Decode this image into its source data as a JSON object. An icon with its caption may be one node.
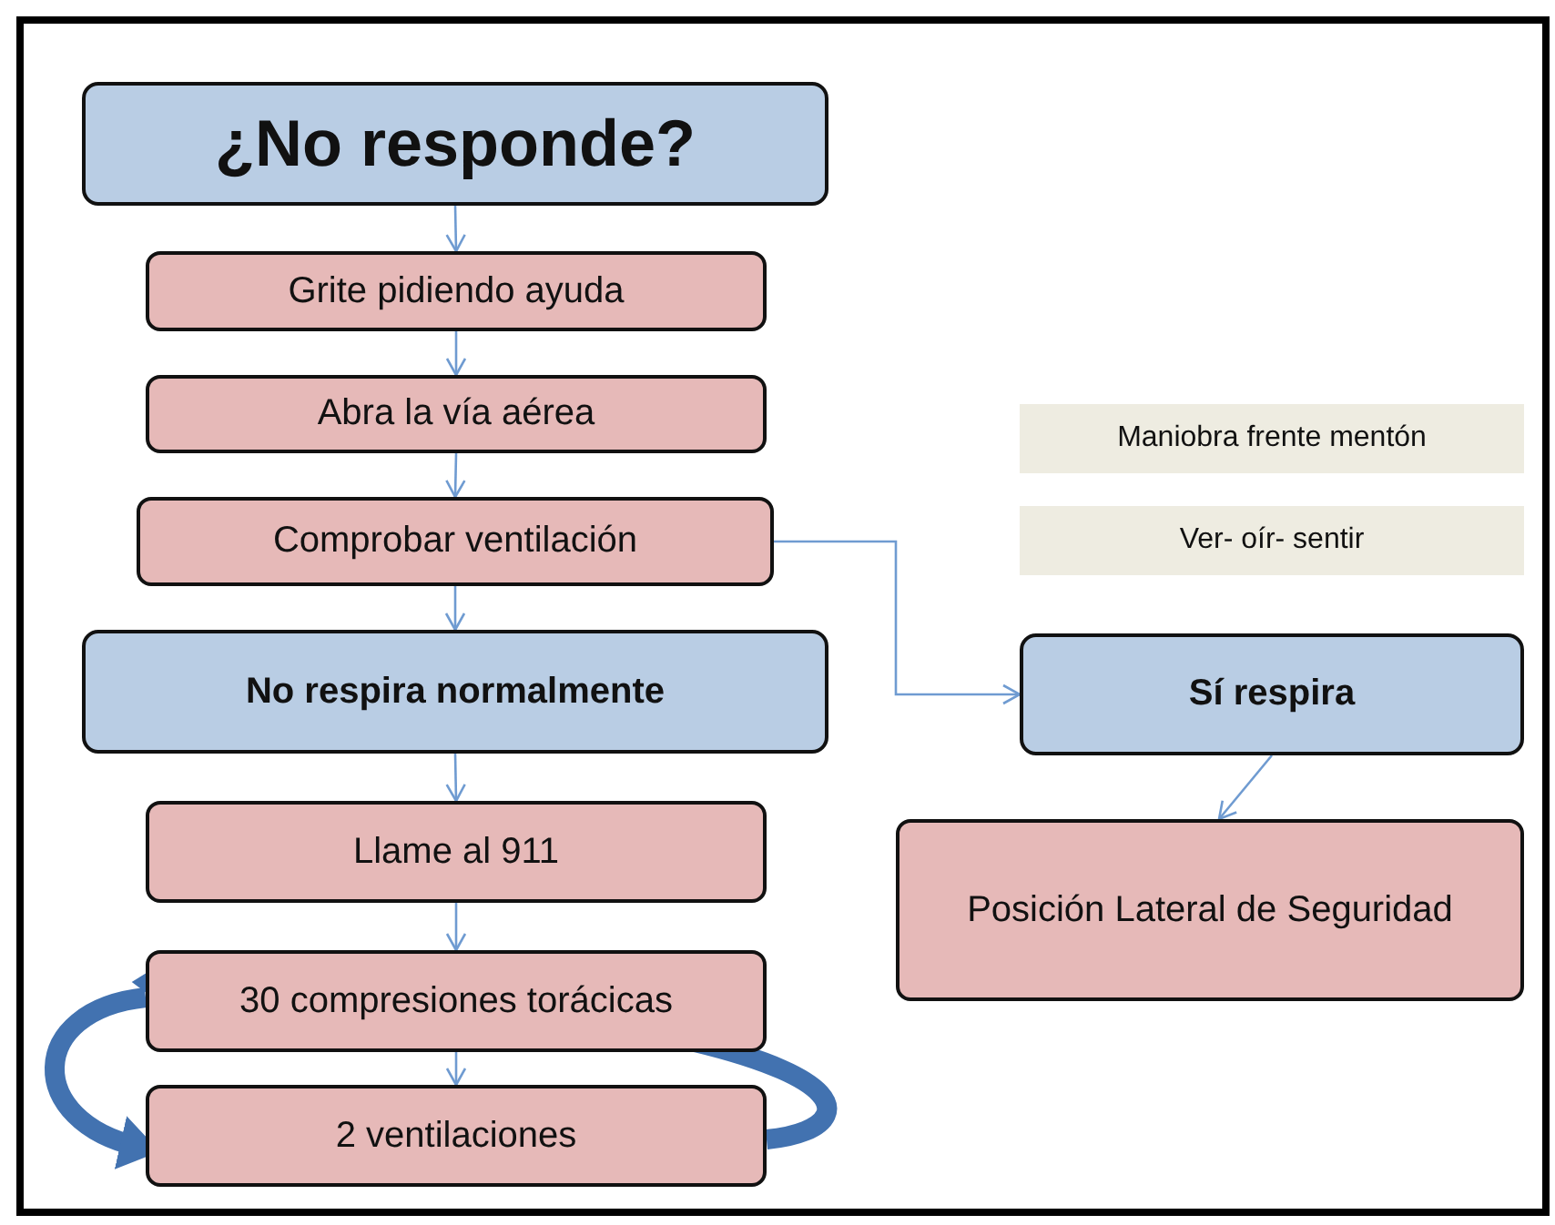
{
  "diagram": {
    "nodes": [
      {
        "text": [
          "¿No responde?"
        ]
      },
      {
        "text": [
          "Grite pidiendo ayuda"
        ]
      },
      {
        "text": [
          "Abra la vía aérea"
        ]
      },
      {
        "text": [
          "Comprobar ventilación"
        ]
      },
      {
        "text": [
          "No respira normalmente"
        ]
      },
      {
        "text": [
          "Llame al 911"
        ]
      },
      {
        "text": [
          "30 compresiones  torácicas"
        ]
      },
      {
        "text": [
          "2 ventilaciones"
        ]
      },
      {
        "text": [
          "Maniobra frente mentón"
        ]
      },
      {
        "text": [
          "Ver- oír- sentir"
        ]
      },
      {
        "text": [
          "Sí respira"
        ]
      },
      {
        "text": [
          "Posición Lateral de Seguridad"
        ]
      }
    ],
    "edges": [
      {
        "from": 0,
        "to": 1,
        "arrow": "to"
      },
      {
        "from": 1,
        "to": 2,
        "arrow": "to"
      },
      {
        "from": 2,
        "to": 3,
        "arrow": "to"
      },
      {
        "from": 3,
        "to": 4,
        "arrow": "to"
      },
      {
        "from": 4,
        "to": 5,
        "arrow": "to"
      },
      {
        "from": 5,
        "to": 6,
        "arrow": "to"
      },
      {
        "from": 6,
        "to": 7,
        "arrow": "to"
      },
      {
        "from": 3,
        "to": 10,
        "arrow": "to"
      },
      {
        "from": 10,
        "to": 11,
        "arrow": "to"
      },
      {
        "from": 6,
        "to": 7,
        "arrow": "to",
        "style": "thick",
        "color": "#4272b0"
      },
      {
        "from": 7,
        "to": 6,
        "arrow": "to",
        "style": "thick",
        "color": "#4272b0"
      }
    ]
  }
}
